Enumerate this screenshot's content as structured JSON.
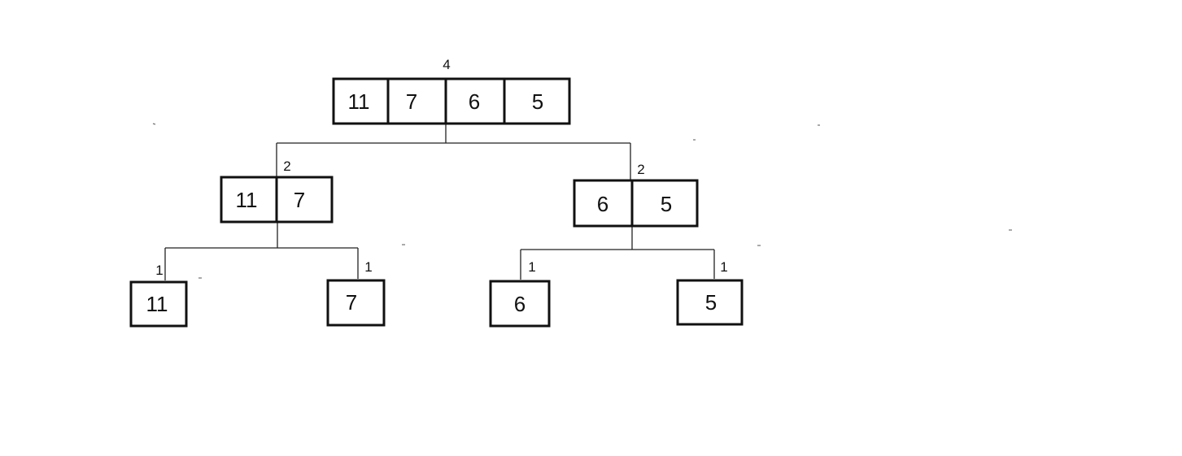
{
  "nodes": [
    {
      "id": "root",
      "size_label": "4",
      "values": [
        "11",
        "7",
        "6",
        "5"
      ]
    },
    {
      "id": "left",
      "size_label": "2",
      "values": [
        "11",
        "7"
      ]
    },
    {
      "id": "right",
      "size_label": "2",
      "values": [
        "6",
        "5"
      ]
    },
    {
      "id": "left-left",
      "size_label": "1",
      "values": [
        "11"
      ]
    },
    {
      "id": "left-right",
      "size_label": "1",
      "values": [
        "7"
      ]
    },
    {
      "id": "right-left",
      "size_label": "1",
      "values": [
        "6"
      ]
    },
    {
      "id": "right-right",
      "size_label": "1",
      "values": [
        "5"
      ]
    }
  ],
  "edges": [
    {
      "from": "root",
      "to": [
        "left",
        "right"
      ]
    },
    {
      "from": "left",
      "to": [
        "left-left",
        "left-right"
      ]
    },
    {
      "from": "right",
      "to": [
        "right-left",
        "right-right"
      ]
    }
  ]
}
